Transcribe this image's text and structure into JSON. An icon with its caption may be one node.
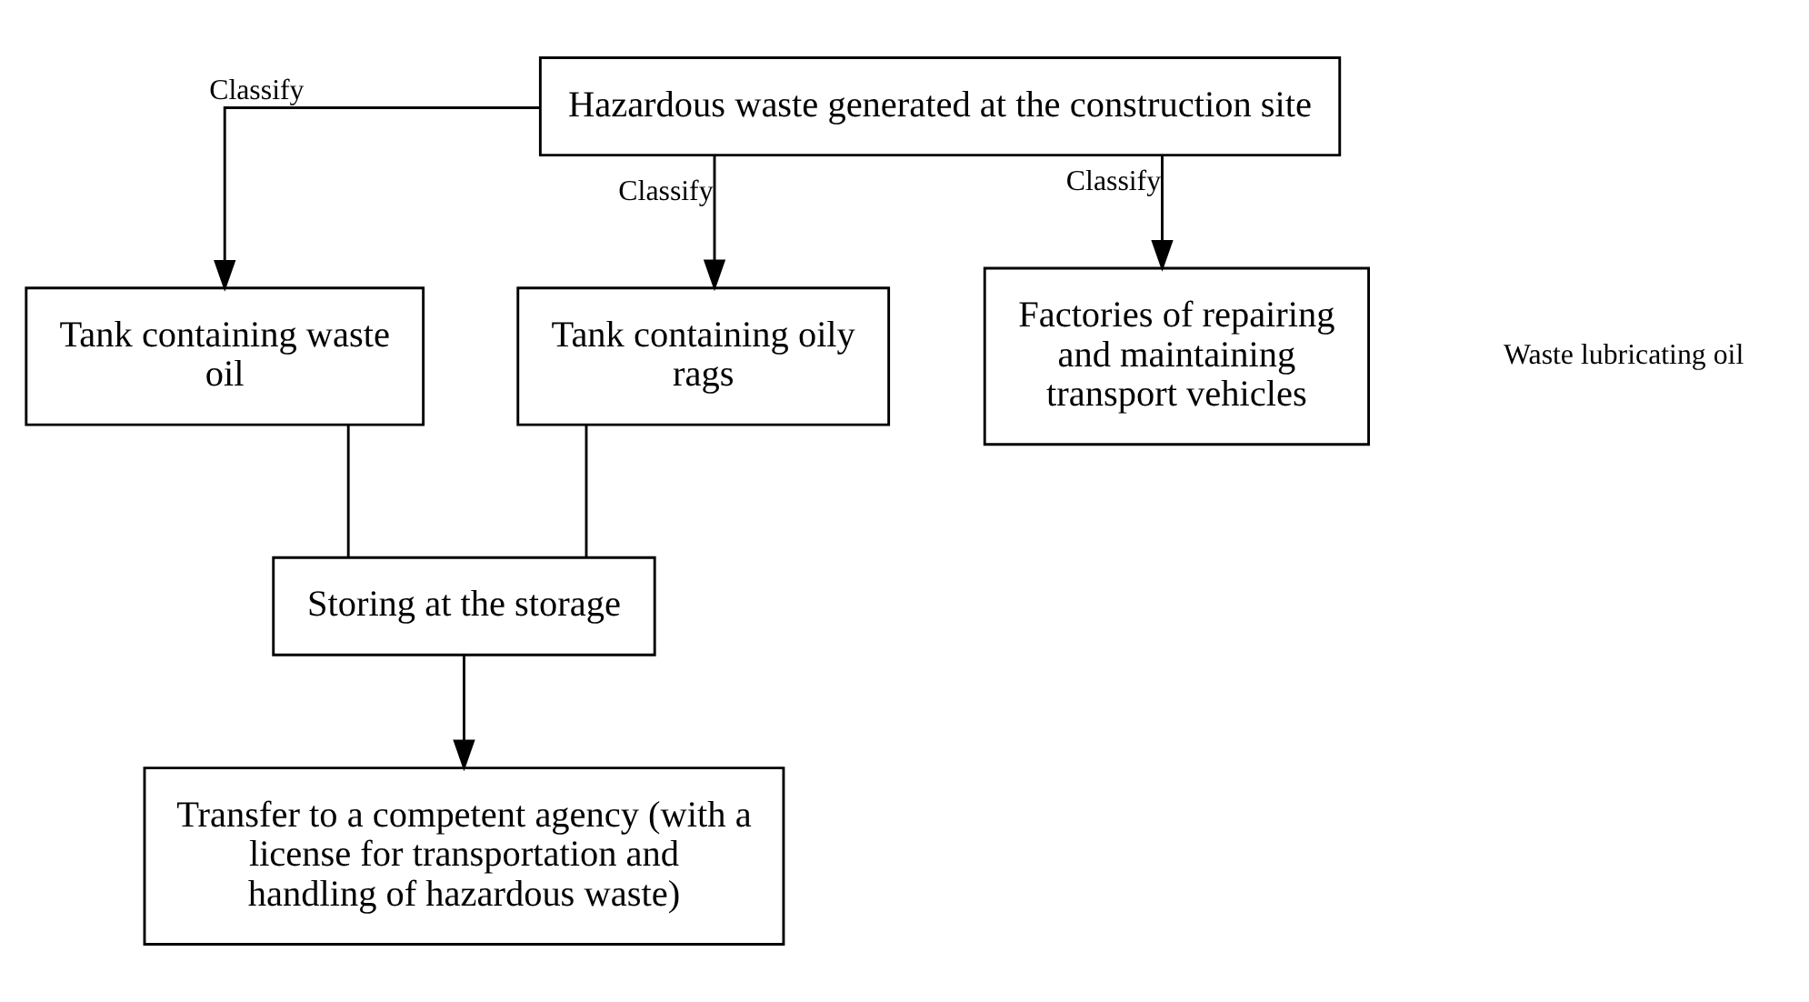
{
  "diagram": {
    "nodes": [
      {
        "text": [
          "Hazardous waste generated at the construction site"
        ]
      },
      {
        "text": [
          "Tank containing waste oil"
        ]
      },
      {
        "text": [
          "Tank containing oily rags"
        ]
      },
      {
        "text": [
          "Factories of repairing and maintaining transport vehicles"
        ]
      },
      {
        "text": [
          "Storing at the storage"
        ]
      },
      {
        "text": [
          "Transfer to a competent agency (with a license for transportation and handling of hazardous waste)"
        ]
      }
    ],
    "edges": [
      {
        "from": 0,
        "to": 1,
        "arrow": "to",
        "label": "Classify"
      },
      {
        "from": 0,
        "to": 2,
        "arrow": "to",
        "label": "Classify"
      },
      {
        "from": 0,
        "to": 3,
        "arrow": "to",
        "label": "Classify"
      },
      {
        "from": 1,
        "to": 4,
        "arrow": "none"
      },
      {
        "from": 2,
        "to": 4,
        "arrow": "none"
      },
      {
        "from": 4,
        "to": 5,
        "arrow": "to"
      }
    ],
    "labels": [
      "Waste lubricating oil"
    ]
  }
}
